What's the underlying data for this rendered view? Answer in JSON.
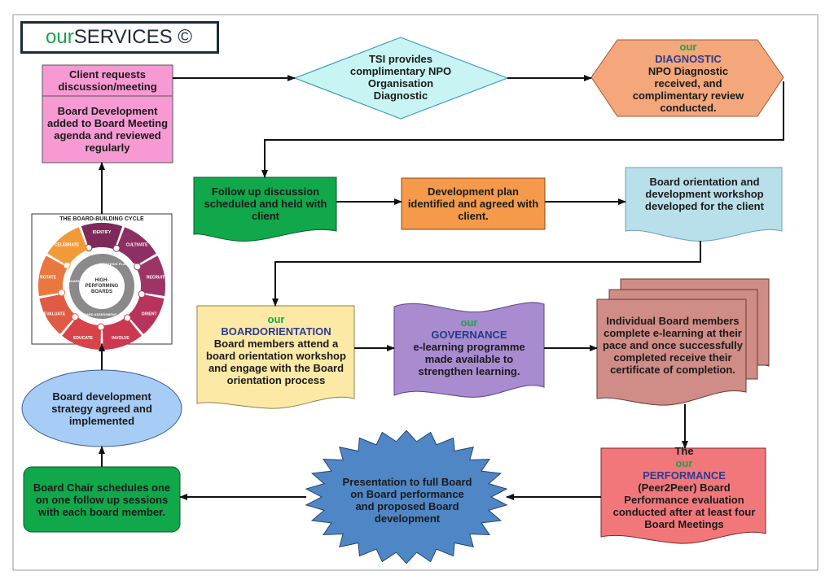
{
  "title": {
    "prefix": "our",
    "main": "SERVICES ©"
  },
  "nodes": {
    "client_request": "Client requests discussion/meeting",
    "board_dev_agenda": "Board Development added to Board Meeting agenda and reviewed regularly",
    "tsi": "TSI provides complimentary NPO Organisation Diagnostic",
    "diagnostic": {
      "prefix": "our",
      "name": "DIAGNOSTIC",
      "text": "NPO Diagnostic received, and complimentary review conducted."
    },
    "follow_up": "Follow up discussion scheduled and held with client",
    "dev_plan": "Development plan identified and agreed with client.",
    "orientation_workshop": "Board orientation and development workshop developed for the client",
    "board_orientation": {
      "prefix": "our",
      "name": "BOARDORIENTATION",
      "text": "Board members attend a board orientation workshop and engage with the Board orientation process"
    },
    "governance": {
      "prefix": "our",
      "name": "GOVERNANCE",
      "text": "e-learning programme made available to strengthen learning."
    },
    "individual": "Individual Board members complete e-learning at their pace and once successfully completed receive their certificate of completion.",
    "performance": {
      "pre": "The ",
      "prefix": "our",
      "name": "PERFORMANCE",
      "text": "(Peer2Peer) Board Performance evaluation conducted after at least four Board Meetings"
    },
    "presentation": "Presentation to full Board on Board performance and proposed Board development",
    "chair_sessions": "Board Chair schedules one on one follow up sessions with each board member.",
    "strategy": "Board development strategy agreed and implemented"
  },
  "cycle": {
    "title": "THE BOARD-BUILDING CYCLE",
    "center": [
      "HIGH-",
      "PERFORMING",
      "BOARDS"
    ],
    "inner": [
      "STRATEGIC PLANNING",
      "BOARD ASSESSMENT",
      "ONBOARDING"
    ],
    "stages": [
      "IDENTIFY",
      "CULTIVATE",
      "RECRUIT",
      "ORIENT",
      "INVOLVE",
      "EDUCATE",
      "EVALUATE",
      "ROTATE",
      "CELEBRATE"
    ]
  },
  "colors": {
    "pink": "#f79ad3",
    "cyan": "#c9f4f4",
    "orange_hex": "#f4a77a",
    "green": "#10a84a",
    "orange": "#f49a4a",
    "lightblue": "#b9dfeb",
    "yellow": "#fce9a6",
    "purple": "#a98bd0",
    "rose": "#d08c86",
    "red": "#f2777a",
    "blue_star": "#4f86c6",
    "oval": "#a7cdf6"
  }
}
